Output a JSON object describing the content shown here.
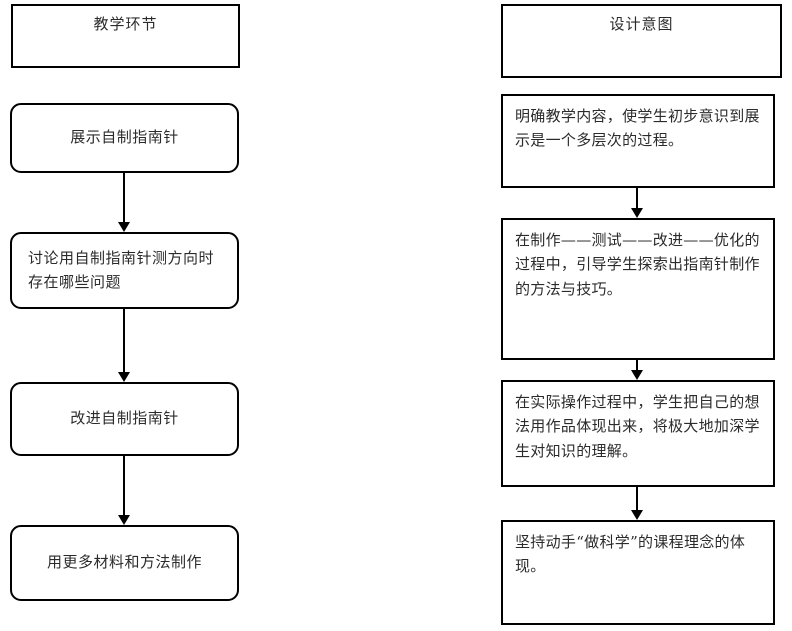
{
  "diagram": {
    "type": "two-column-flowchart",
    "columns": [
      {
        "id": "teaching-steps",
        "header": "教学环节",
        "steps": [
          {
            "label": "展示自制指南针"
          },
          {
            "label": "讨论用自制指南针测方向时存在哪些问题"
          },
          {
            "label": "改进自制指南针"
          },
          {
            "label": "用更多材料和方法制作"
          }
        ]
      },
      {
        "id": "design-intent",
        "header": "设计意图",
        "steps": [
          {
            "label": "明确教学内容，使学生初步意识到展示是一个多层次的过程。"
          },
          {
            "label": "在制作——测试——改进——优化的过程中，引导学生探索出指南针制作的方法与技巧。"
          },
          {
            "label": "在实际操作过程中，学生把自己的想法用作品体现出来，将极大地加深学生对知识的理解。"
          },
          {
            "label": "坚持动手“做科学”的课程理念的体现。"
          }
        ]
      }
    ],
    "connectors": [
      {
        "name": "arrow-down",
        "from": "展示自制指南针",
        "to": "讨论用自制指南针测方向时存在哪些问题"
      },
      {
        "name": "arrow-down",
        "from": "讨论用自制指南针测方向时存在哪些问题",
        "to": "改进自制指南针"
      },
      {
        "name": "arrow-down",
        "from": "改进自制指南针",
        "to": "用更多材料和方法制作"
      },
      {
        "name": "arrow-down",
        "from": "明确教学内容",
        "to": "在制作——测试——改进——优化的过程中"
      },
      {
        "name": "arrow-down",
        "from": "在制作——测试——改进——优化的过程中",
        "to": "在实际操作过程中"
      },
      {
        "name": "arrow-down",
        "from": "在实际操作过程中",
        "to": "坚持动手“做科学”的课程理念的体现。"
      }
    ],
    "colors": {
      "border": "#000000",
      "text": "#2b2b2b",
      "background": "#ffffff"
    }
  }
}
